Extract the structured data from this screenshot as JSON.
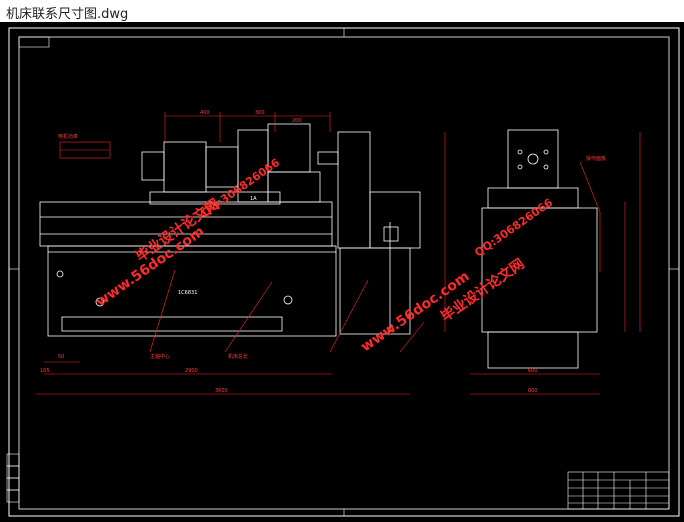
{
  "window": {
    "title": "机床联系尺寸图.dwg"
  },
  "drawing": {
    "background": "#000000",
    "model_label": "1C6831",
    "unit_label": "1A",
    "dims": {
      "d400": "400",
      "d300": "300",
      "d200": "200",
      "d50": "50",
      "d165": "165",
      "d2900": "2900",
      "d3000": "3000",
      "d600": "600",
      "d800": "800"
    },
    "leaders": {
      "left_a": "电机功率",
      "left_b": "主轴中心",
      "mid": "机床总长",
      "right": "操作面板"
    }
  },
  "watermark": {
    "site": "www.56doc.com",
    "qq": "QQ:306826066",
    "cn": "毕业设计论文网",
    "color": "#ff2a2a"
  }
}
